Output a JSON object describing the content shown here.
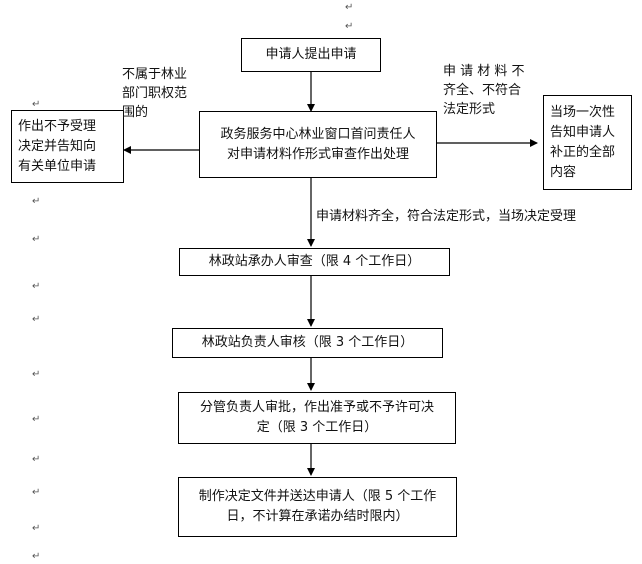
{
  "boxes": {
    "apply": "申请人提出申请",
    "window": "政务服务中心林业窗口首问责任人\n对申请材料作形式审查作出处理",
    "reject": "作出不予受理\n决定并告知向\n有关单位申请",
    "notify": "当场一次性\n告知申请人\n补正的全部\n内容",
    "review": "林政站承办人审查（限 4 个工作日）",
    "audit": "林政站负责人审核（限 3 个工作日）",
    "approve": "分管负责人审批，作出准予或不予许可决\n定（限 3 个工作日）",
    "deliver": "制作决定文件并送达申请人（限 5 个工作\n日，不计算在承诺办结时限内）"
  },
  "labels": {
    "not_in_scope": "不属于林业\n部门职权范\n围的",
    "incomplete": "申 请 材 料 不\n齐全、不符合\n法定形式",
    "accepted": "申请材料齐全，符合法定形式，当场决定受理"
  },
  "marks": {
    "paragraph": "↵"
  }
}
